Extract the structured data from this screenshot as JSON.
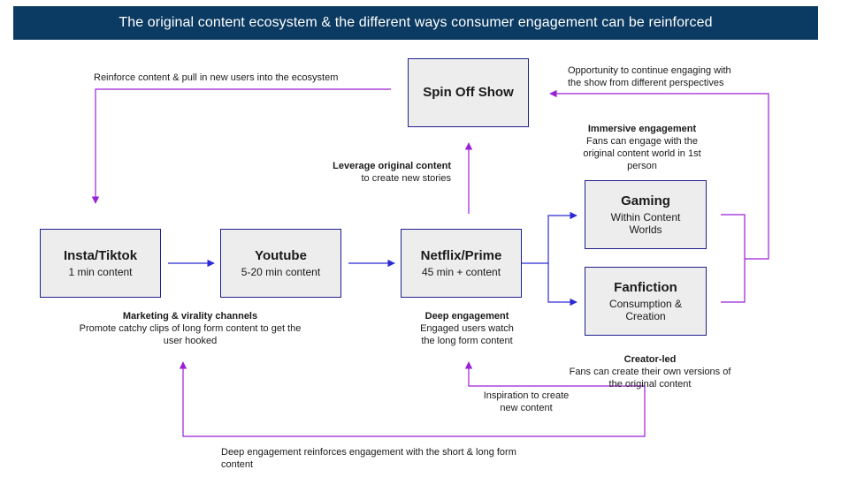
{
  "banner": {
    "title": "The original content ecosystem & the different ways consumer engagement can be reinforced"
  },
  "nodes": {
    "insta": {
      "title": "Insta/Tiktok",
      "sub": "1 min content"
    },
    "youtube": {
      "title": "Youtube",
      "sub": "5-20 min content"
    },
    "netflix": {
      "title": "Netflix/Prime",
      "sub": "45 min + content"
    },
    "spinoff": {
      "title": "Spin Off Show"
    },
    "gaming": {
      "title": "Gaming",
      "sub1": "Within Content",
      "sub2": "Worlds"
    },
    "fanfiction": {
      "title": "Fanfiction",
      "sub1": "Consumption &",
      "sub2": "Creation"
    }
  },
  "captions": {
    "marketing": {
      "head": "Marketing & virality channels",
      "line1": "Promote catchy clips of long form content to get the",
      "line2": "user hooked"
    },
    "deep": {
      "head": "Deep engagement",
      "line1": "Engaged users watch",
      "line2": "the long form content"
    },
    "leverage": {
      "head": "Leverage original content",
      "line1": "to create new stories"
    },
    "immersive": {
      "head": "Immersive engagement",
      "line1": "Fans can engage with the",
      "line2": "original content world in 1st",
      "line3": "person"
    },
    "creator": {
      "head": "Creator-led",
      "line1": "Fans can create their own versions of",
      "line2": "the original content"
    }
  },
  "labels": {
    "reinforce": "Reinforce content & pull in new users into the ecosystem",
    "opportunity1": "Opportunity to continue engaging with",
    "opportunity2": "the show from different perspectives",
    "inspiration1": "Inspiration to create",
    "inspiration2": "new content",
    "deepReinforce1": "Deep engagement reinforces engagement with the short & long form",
    "deepReinforce2": "content"
  },
  "colors": {
    "banner": "#0b3a62",
    "flow": "#2b2bd6",
    "loop": "#9b1fd6",
    "boxFill": "#ededed",
    "boxBorder": "#1f1f8f"
  }
}
